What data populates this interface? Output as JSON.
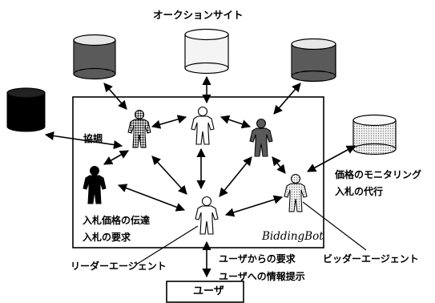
{
  "labels": {
    "auction_sites": "オークションサイト",
    "cooperation": "協調",
    "price_monitoring": "価格のモニタリング",
    "bid_proxy": "入札の代行",
    "bid_price_transmission": "入札価格の伝達",
    "bid_request": "入札の要求",
    "system_name": "BiddingBot",
    "leader_agent": "リーダーエージェント",
    "bidder_agent": "ビッダーエージェント",
    "user_request": "ユーザからの要求",
    "info_to_user": "ユーザへの情報提示",
    "user": "ユーザ"
  },
  "databases": [
    {
      "id": "db-black",
      "fill": "#000000"
    },
    {
      "id": "db-dark-1",
      "fill": "#505050"
    },
    {
      "id": "db-white",
      "fill": "#f2f2f2"
    },
    {
      "id": "db-dark-2",
      "fill": "#606060"
    },
    {
      "id": "db-light",
      "fill": "#cfcfcf"
    }
  ],
  "agents": [
    {
      "id": "agent-dotted-left",
      "role": "bidder",
      "fill": "#5a5a5a"
    },
    {
      "id": "agent-white-top",
      "role": "bidder",
      "fill": "#ffffff"
    },
    {
      "id": "agent-dotted-right",
      "role": "bidder",
      "fill": "#5a5a5a"
    },
    {
      "id": "agent-black-left",
      "role": "bidder",
      "fill": "#000000"
    },
    {
      "id": "agent-leader",
      "role": "leader",
      "fill": "#ffffff"
    },
    {
      "id": "agent-grey-right",
      "role": "bidder",
      "fill": "#8a8a8a"
    }
  ]
}
